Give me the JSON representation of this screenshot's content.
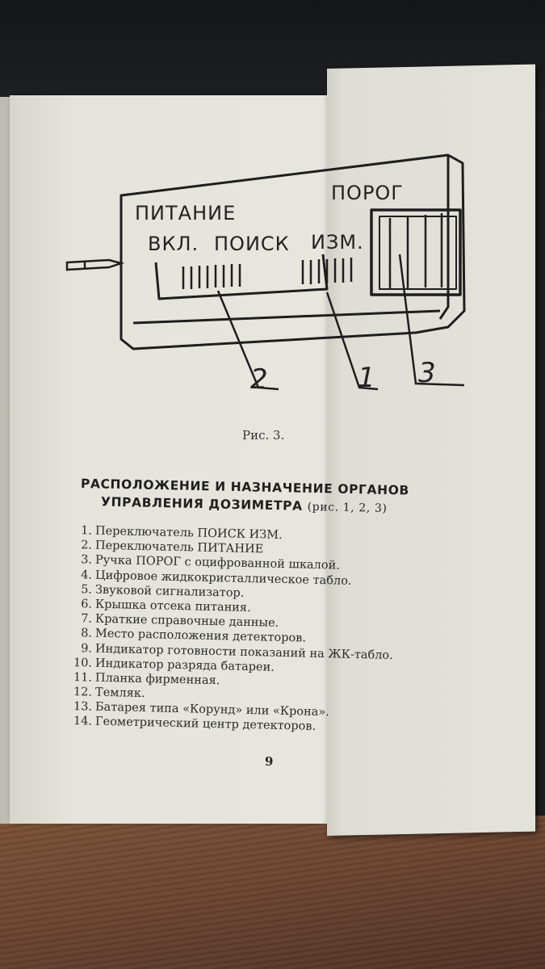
{
  "figure": {
    "labels": {
      "power": "ПИТАНИЕ",
      "mode_on": "ВКЛ.",
      "mode_search": "ПОИСК",
      "mode_measure": "ИЗМ.",
      "threshold": "ПОРОГ"
    },
    "callouts": [
      "2",
      "1",
      "3"
    ],
    "caption": "Рис. 3."
  },
  "section": {
    "heading_line1": "РАСПОЛОЖЕНИЕ И НАЗНАЧЕНИЕ ОРГАНОВ",
    "heading_line2": "УПРАВЛЕНИЯ ДОЗИМЕТРА",
    "heading_ref": "(рис. 1, 2, 3)"
  },
  "items": [
    {
      "num": "1.",
      "text": "Переключатель ПОИСК ИЗМ."
    },
    {
      "num": "2.",
      "text": "Переключатель ПИТАНИЕ"
    },
    {
      "num": "3.",
      "text": "Ручка ПОРОГ с оцифрованной шкалой."
    },
    {
      "num": "4.",
      "text": "Цифровое жидкокристаллическое табло."
    },
    {
      "num": "5.",
      "text": "Звуковой сигнализатор."
    },
    {
      "num": "6.",
      "text": "Крышка отсека питания."
    },
    {
      "num": "7.",
      "text": "Краткие справочные данные."
    },
    {
      "num": "8.",
      "text": "Место расположения детекторов."
    },
    {
      "num": "9.",
      "text": "Индикатор готовности показаний на ЖК-табло."
    },
    {
      "num": "10.",
      "text": "Индикатор разряда батареи."
    },
    {
      "num": "11.",
      "text": "Планка фирменная."
    },
    {
      "num": "12.",
      "text": "Темляк."
    },
    {
      "num": "13.",
      "text": "Батарея типа «Корунд» или «Крона»."
    },
    {
      "num": "14.",
      "text": "Геометрический центр детекторов."
    }
  ],
  "page_number": "9"
}
